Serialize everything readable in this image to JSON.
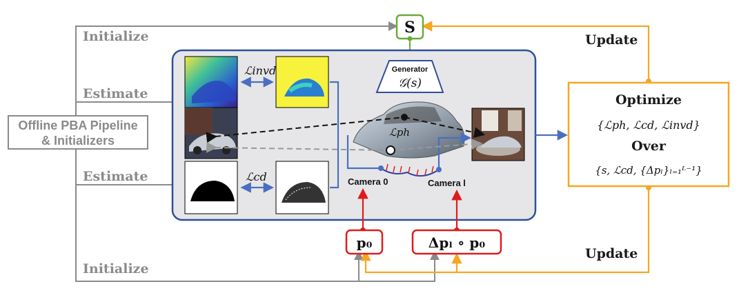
{
  "labels": {
    "initialize_top": "Initialize",
    "estimate_1": "Estimate",
    "estimate_2": "Estimate",
    "initialize_bottom": "Initialize",
    "update_top": "Update",
    "update_bottom": "Update",
    "offline_line1": "Offline PBA Pipeline",
    "offline_line2": "& Initializers"
  },
  "nodes": {
    "s": "S",
    "generator_title": "Generator",
    "generator_expr": "𝒢(s)",
    "p0": "p₀",
    "dp": "Δpₗ ∘ p₀"
  },
  "losses": {
    "invd": "ℒinvd",
    "cd": "ℒcd",
    "ph": "ℒph"
  },
  "cameras": {
    "cam0": "Camera 0",
    "caml": "Camera l"
  },
  "optimize": {
    "title": "Optimize",
    "losses": "{ℒph, ℒcd, ℒinvd}",
    "over": "Over",
    "vars": "{s, ℒcd, {Δpₗ}ₗ₌₁ᴸ⁻¹}"
  },
  "colors": {
    "gray": "#8a8a8a",
    "orange": "#f5a623",
    "green": "#6aaa3a",
    "blue": "#4a6fc0",
    "red": "#e01b1b",
    "panel": "#e6e6e8"
  }
}
